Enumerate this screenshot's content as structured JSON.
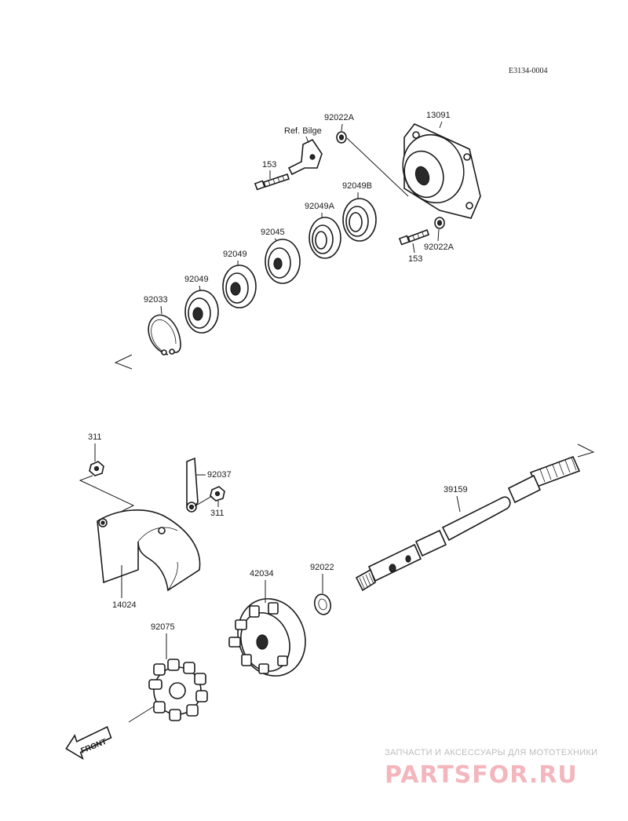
{
  "diagram_code": "E3134-0004",
  "labels": {
    "p13091": "13091",
    "p92022A_top": "92022A",
    "ref_bilge": "Ref. Bilge",
    "p153_top": "153",
    "p92049B": "92049B",
    "p92049A": "92049A",
    "p92045": "92045",
    "p92049_1": "92049",
    "p92049_2": "92049",
    "p92033": "92033",
    "p153_bottom": "153",
    "p92022A_bottom": "92022A",
    "p311_top": "311",
    "p92037": "92037",
    "p311_right": "311",
    "p39159": "39159",
    "p14024": "14024",
    "p42034": "42034",
    "p92022": "92022",
    "p92075": "92075"
  },
  "front_arrow_text": "FRONT",
  "watermark": {
    "tagline": "ЗАПЧАСТИ И АКСЕССУАРЫ ДЛЯ МОТОТЕХНИКИ",
    "brand": "PARTSFOR.RU"
  }
}
